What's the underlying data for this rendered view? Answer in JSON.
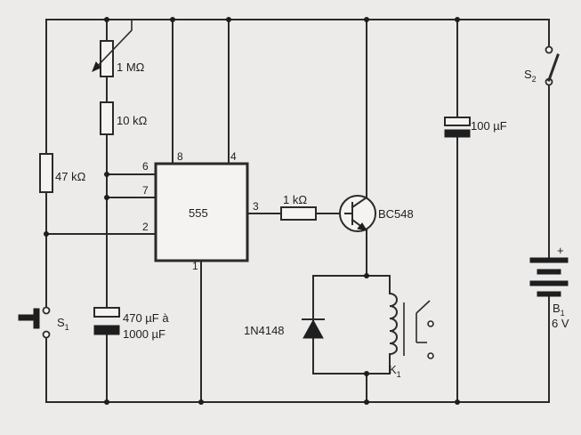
{
  "components": {
    "pot": {
      "label": "1 MΩ"
    },
    "r10k": {
      "label": "10 kΩ"
    },
    "r47k": {
      "label": "47 kΩ"
    },
    "r1k": {
      "label": "1 kΩ"
    },
    "ic": {
      "label": "555",
      "pins": [
        "8",
        "4",
        "6",
        "7",
        "2",
        "3",
        "1"
      ]
    },
    "transistor": {
      "label": "BC548"
    },
    "cap_big": {
      "label_line1": "470 µF à",
      "label_line2": "1000 µF"
    },
    "cap_small": {
      "label": "100 µF"
    },
    "diode": {
      "label": "1N4148"
    },
    "relay": {
      "label": "K",
      "sub": "1"
    },
    "switch1": {
      "label": "S",
      "sub": "1"
    },
    "switch2": {
      "label": "S",
      "sub": "2"
    },
    "battery": {
      "label": "B",
      "sub": "1",
      "voltage": "6 V",
      "plus": "+"
    }
  }
}
